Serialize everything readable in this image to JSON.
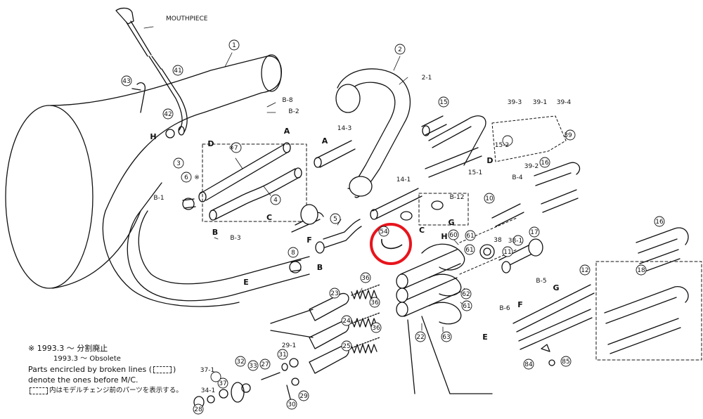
{
  "labels": {
    "mouthpiece": "MOUTHPIECE",
    "n1": "1",
    "n2": "2",
    "n2_1": "2-1",
    "n3": "3",
    "n4": "4",
    "n5": "5",
    "n6": "6",
    "n7": "※7",
    "n8": "8",
    "n10": "10",
    "n11": "11",
    "n12": "12",
    "n14_1": "14-1",
    "n14_3": "14-3",
    "n15": "15",
    "n15_1": "15-1",
    "n15_2": "15-2",
    "n16a": "16",
    "n16b": "16",
    "n17": "17",
    "n18": "18",
    "n22": "22",
    "n23": "23",
    "n24": "24",
    "n25": "25",
    "n27": "27",
    "n28": "28",
    "n29": "29",
    "n29_1": "29-1",
    "n30": "30",
    "n31": "31",
    "n32": "32",
    "n33": "33",
    "n34_1": "34-1",
    "n36a": "36",
    "n36b": "36",
    "n36c": "36",
    "n37": "37",
    "n37_1": "37-1",
    "n38": "38",
    "n38_1": "38-1",
    "n39": "39",
    "n39_2": "39-2",
    "n39_3": "39-3",
    "n39_1": "39-1",
    "n39_4": "39-4",
    "n41": "41",
    "n42": "42",
    "n43": "43",
    "n54": "54",
    "n60": "60",
    "n61a": "61",
    "n61b": "61",
    "n61c": "61",
    "n62": "62",
    "n63": "63",
    "n84": "84",
    "n85": "85",
    "b1": "B-1",
    "b2": "B-2",
    "b3": "B-3",
    "b4": "B-4",
    "b5": "B-5",
    "b6": "B-6",
    "b8": "B-8",
    "b12": "B-12",
    "A1": "A",
    "A2": "A",
    "Ba": "B",
    "Bb": "B",
    "C1": "C",
    "C2": "C",
    "D1": "D",
    "D2": "D",
    "E1": "E",
    "E2": "E",
    "F1": "F",
    "F2": "F",
    "G1": "G",
    "G2": "G",
    "H1": "H",
    "H2": "H",
    "star6": "※"
  },
  "notes": {
    "line1": "※  1993.3 ～ 分割廃止",
    "line2": "1993.3 ～ Obsolete",
    "line3a": "Parts encircled by broken lines (",
    "line3b": ")",
    "line4": "denote the ones before M/C.",
    "line5": "内はモデルチェンジ前のパーツを表示する。"
  },
  "highlight_color": "#e8141c"
}
